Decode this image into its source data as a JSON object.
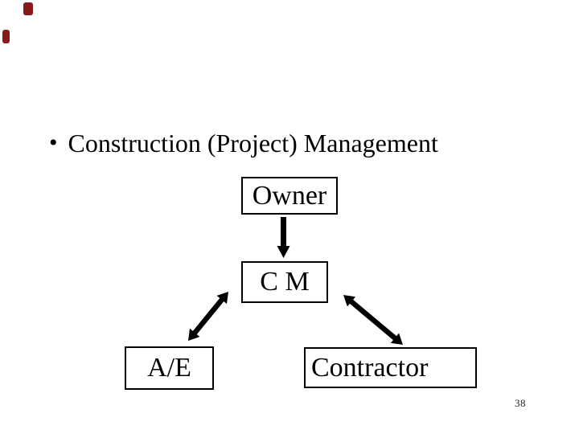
{
  "slide": {
    "bullet": "•",
    "title": "Construction (Project) Management",
    "page_number": "38"
  },
  "diagram": {
    "nodes": {
      "owner": "Owner",
      "cm": "C M",
      "ae": "A/E",
      "contractor": "Contractor"
    },
    "edges": [
      {
        "from": "Owner",
        "to": "C M",
        "type": "one-way-down-arrow"
      },
      {
        "from": "C M",
        "to": "A/E",
        "type": "two-way-arrow"
      },
      {
        "from": "C M",
        "to": "Contractor",
        "type": "two-way-arrow"
      }
    ]
  },
  "colors": {
    "background": "#ffffff",
    "text": "#000000",
    "box_border": "#000000",
    "arrow": "#000000",
    "accent_mark": "#8a1a1a",
    "page_number": "#222222"
  }
}
